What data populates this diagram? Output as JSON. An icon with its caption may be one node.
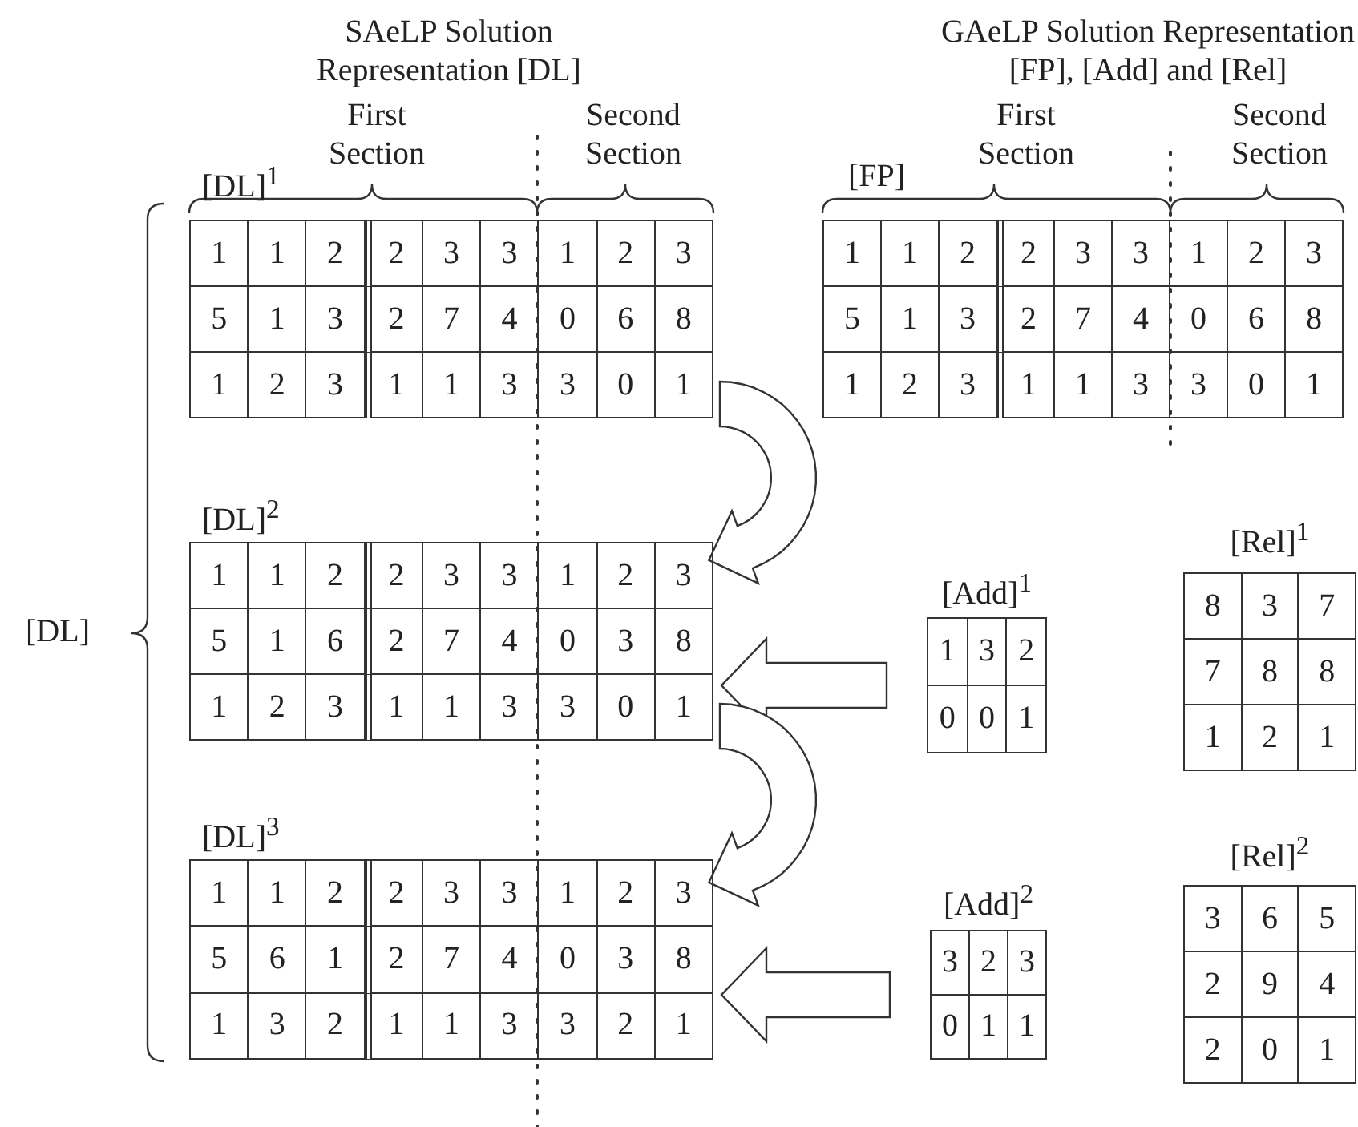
{
  "diagram": {
    "nodes": [
      {
        "text": [
          "[DL]$^{1}$",
          "1",
          "1",
          "2",
          "2",
          "3",
          "3",
          "1",
          "2",
          "3",
          "5",
          "1",
          "3",
          "2",
          "7",
          "4",
          "0",
          "6",
          "8",
          "1",
          "2",
          "3",
          "1",
          "1",
          "3",
          "3",
          "0",
          "1"
        ]
      },
      {
        "text": [
          "[DL]$^{2}$",
          "1",
          "1",
          "2",
          "2",
          "3",
          "3",
          "1",
          "2",
          "3",
          "5",
          "1",
          "6",
          "2",
          "7",
          "4",
          "0",
          "3",
          "8",
          "1",
          "2",
          "3",
          "1",
          "1",
          "3",
          "3",
          "0",
          "1"
        ]
      },
      {
        "text": [
          "[DL]$^{3}$",
          "1",
          "1",
          "2",
          "2",
          "3",
          "3",
          "1",
          "2",
          "3",
          "5",
          "6",
          "1",
          "2",
          "7",
          "4",
          "0",
          "3",
          "8",
          "1",
          "3",
          "2",
          "1",
          "1",
          "3",
          "3",
          "2",
          "1"
        ]
      },
      {
        "text": [
          "[FP]",
          "1",
          "1",
          "2",
          "2",
          "3",
          "3",
          "1",
          "2",
          "3",
          "5",
          "1",
          "3",
          "2",
          "7",
          "4",
          "0",
          "6",
          "8",
          "1",
          "2",
          "3",
          "1",
          "1",
          "3",
          "3",
          "0",
          "1"
        ]
      },
      {
        "text": [
          "[Add]$^{1}$",
          "1",
          "3",
          "2",
          "0",
          "0",
          "1"
        ]
      },
      {
        "text": [
          "[Add]$^{2}$",
          "3",
          "2",
          "3",
          "0",
          "1",
          "1"
        ]
      },
      {
        "text": [
          "[Rel]$^{1}$",
          "8",
          "3",
          "7",
          "7",
          "8",
          "8",
          "1",
          "2",
          "1"
        ]
      },
      {
        "text": [
          "[Rel]$^{2}$",
          "3",
          "6",
          "5",
          "2",
          "9",
          "4",
          "2",
          "0",
          "1"
        ]
      }
    ],
    "edges": [
      {
        "from": 0,
        "to": 1,
        "arrow": "to"
      },
      {
        "from": 4,
        "to": 1,
        "arrow": "to"
      },
      {
        "from": 1,
        "to": 2,
        "arrow": "to"
      },
      {
        "from": 5,
        "to": 2,
        "arrow": "to"
      }
    ],
    "labels": [
      "SAeLP Solution Representation [DL]",
      "GAeLP Solution Representation [FP], [Add] and [Rel]",
      "First Section",
      "Second Section",
      "First Section",
      "Second Section",
      "[DL]"
    ]
  }
}
